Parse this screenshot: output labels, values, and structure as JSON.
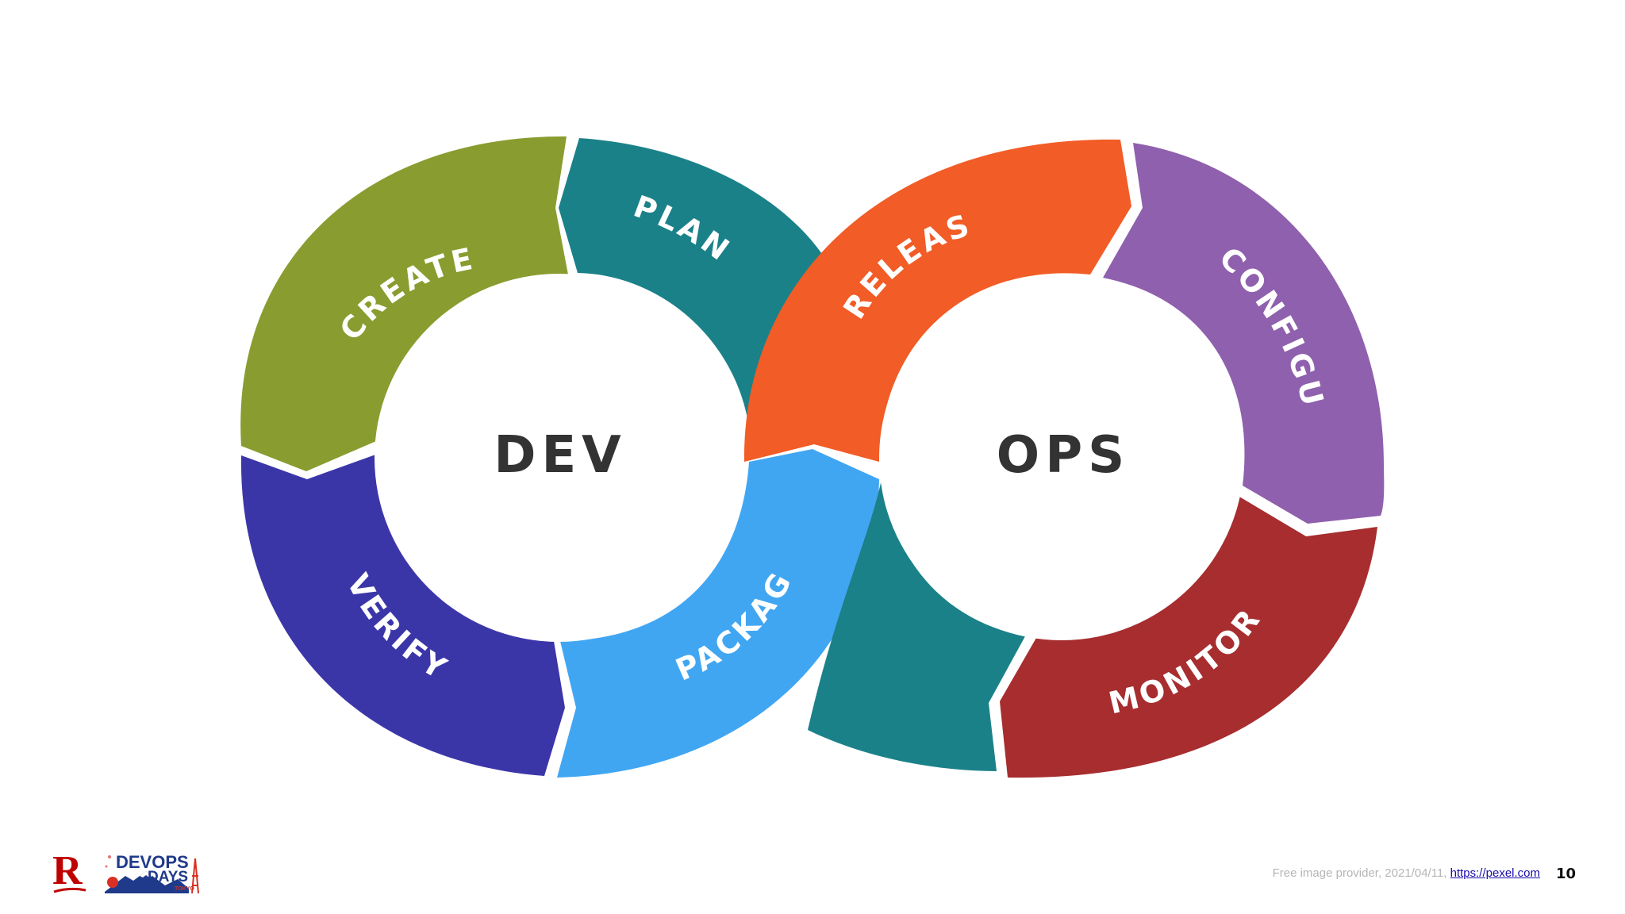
{
  "diagram": {
    "left_loop": {
      "center_label": "DEV",
      "segments": [
        {
          "label": "CREATE",
          "color": "#899c2f"
        },
        {
          "label": "PLAN",
          "color": "#1b8189"
        },
        {
          "label": "PACKAGE",
          "color": "#41a6f2"
        },
        {
          "label": "VERIFY",
          "color": "#3b36a8"
        }
      ]
    },
    "right_loop": {
      "center_label": "OPS",
      "segments": [
        {
          "label": "RELEASE",
          "color": "#f25c26"
        },
        {
          "label": "CONFIGURE",
          "color": "#8f60ad"
        },
        {
          "label": "MONITOR",
          "color": "#a72d2f"
        },
        {
          "label": "",
          "color": "#1b8189"
        }
      ]
    }
  },
  "logos": {
    "r_letter": "R",
    "devops_line1": "DEVOPS",
    "devops_line2": "DAYS",
    "devops_sub": "TOKYO"
  },
  "footer": {
    "credit_text": "Free image provider, 2021/04/11,",
    "credit_link": "https://pexel.com",
    "page_number": "10"
  }
}
